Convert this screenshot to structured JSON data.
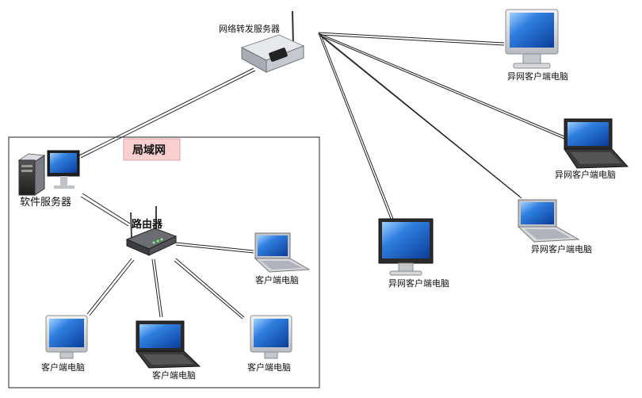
{
  "forward_server": {
    "label": "网络转发服务器"
  },
  "lan": {
    "title": "局域网",
    "title_bg": "#f8d0d0",
    "title_border": "#e0a0a0"
  },
  "software_server": {
    "label": "软件服务器"
  },
  "router": {
    "label": "路由器"
  },
  "remote_clients": [
    {
      "label": "异网客户端电脑",
      "kind": "monitor"
    },
    {
      "label": "异网客户端电脑",
      "kind": "laptop"
    },
    {
      "label": "异网客户端电脑",
      "kind": "laptop"
    },
    {
      "label": "异网客户端电脑",
      "kind": "monitor-flat"
    }
  ],
  "local_clients": [
    {
      "label": "客户端电脑",
      "kind": "laptop"
    },
    {
      "label": "客户端电脑",
      "kind": "monitor"
    },
    {
      "label": "客户端电脑",
      "kind": "laptop-dark"
    },
    {
      "label": "客户端电脑",
      "kind": "monitor"
    }
  ],
  "colors": {
    "screen_blue": "#2d6fd6",
    "device_gray": "#c8cbd0",
    "link": "#222222"
  }
}
